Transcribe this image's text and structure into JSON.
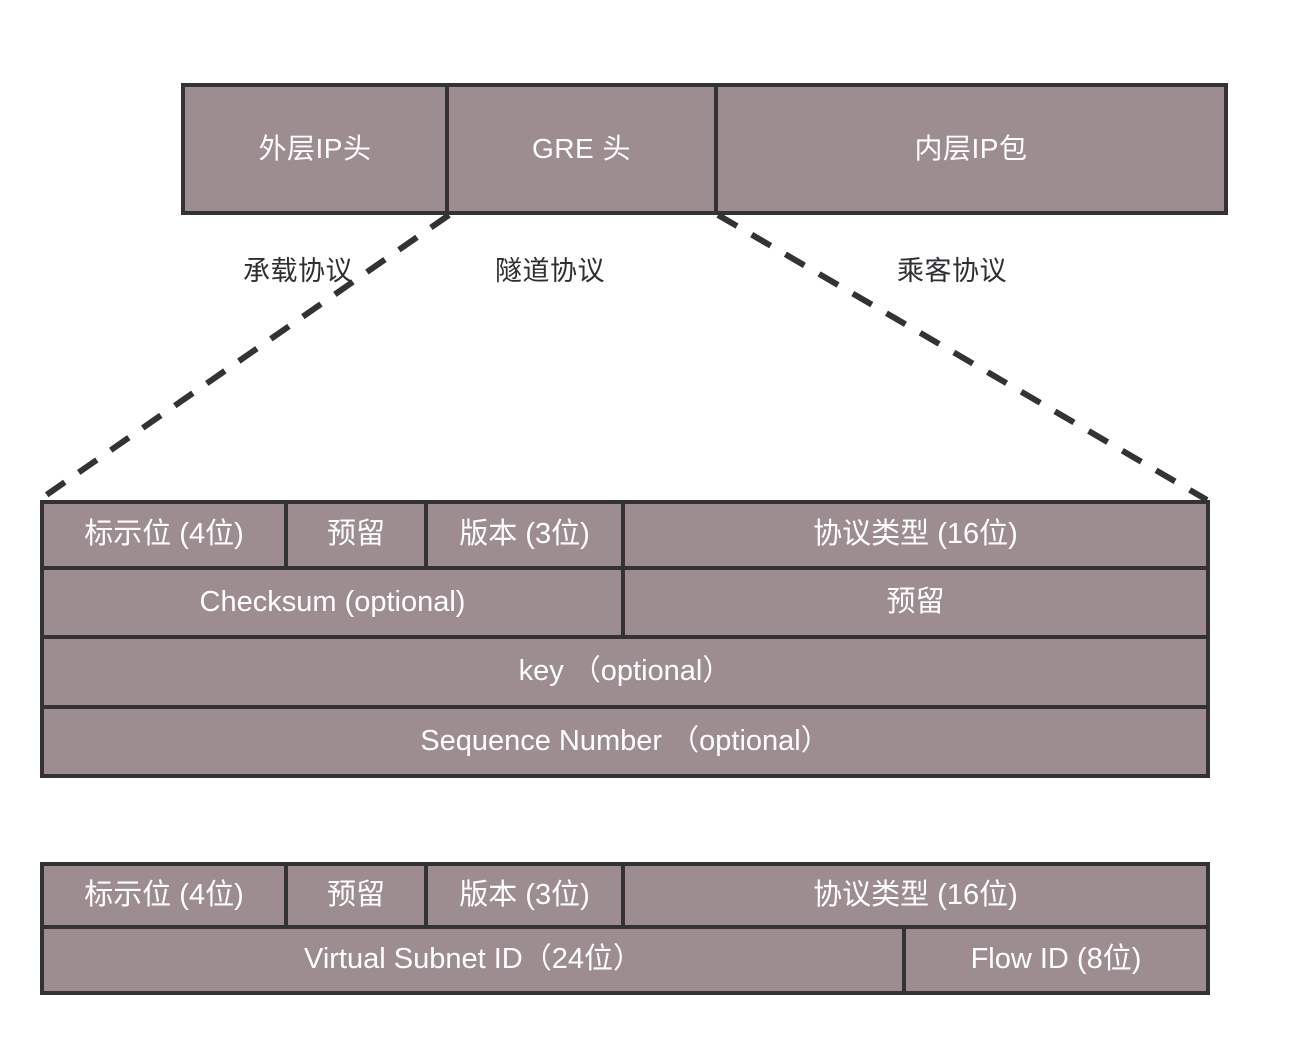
{
  "diagram": {
    "title_semantic": "gre-and-nvgre-encapsulation-format",
    "colors": {
      "cell_fill": "#9d8d91",
      "cell_border": "#333336",
      "cell_text": "#ffffff",
      "caption_text": "#2f2f33",
      "background": "#ffffff",
      "connector": "#333336"
    }
  },
  "encapsulation_bar": {
    "cells": [
      {
        "label": "外层IP头"
      },
      {
        "label": "GRE 头"
      },
      {
        "label": "内层IP包"
      }
    ]
  },
  "protocol_captions": [
    {
      "label": "承载协议"
    },
    {
      "label": "隧道协议"
    },
    {
      "label": "乘客协议"
    }
  ],
  "gre_header": {
    "rows": [
      {
        "cells": [
          {
            "label": "标示位 (4位)"
          },
          {
            "label": "预留"
          },
          {
            "label": "版本 (3位)"
          },
          {
            "label": "协议类型 (16位)"
          }
        ]
      },
      {
        "cells": [
          {
            "label": "Checksum (optional)"
          },
          {
            "label": "预留"
          }
        ]
      },
      {
        "cells": [
          {
            "label": "key （optional）"
          }
        ]
      },
      {
        "cells": [
          {
            "label": "Sequence Number （optional）"
          }
        ]
      }
    ]
  },
  "nvgre_header": {
    "rows": [
      {
        "cells": [
          {
            "label": "标示位 (4位)"
          },
          {
            "label": "预留"
          },
          {
            "label": "版本 (3位)"
          },
          {
            "label": "协议类型 (16位)"
          }
        ]
      },
      {
        "cells": [
          {
            "label": "Virtual Subnet ID（24位）"
          },
          {
            "label": "Flow ID (8位)"
          }
        ]
      }
    ]
  },
  "connectors": [
    {
      "name": "gre-header-left-guide"
    },
    {
      "name": "gre-header-right-guide"
    }
  ]
}
